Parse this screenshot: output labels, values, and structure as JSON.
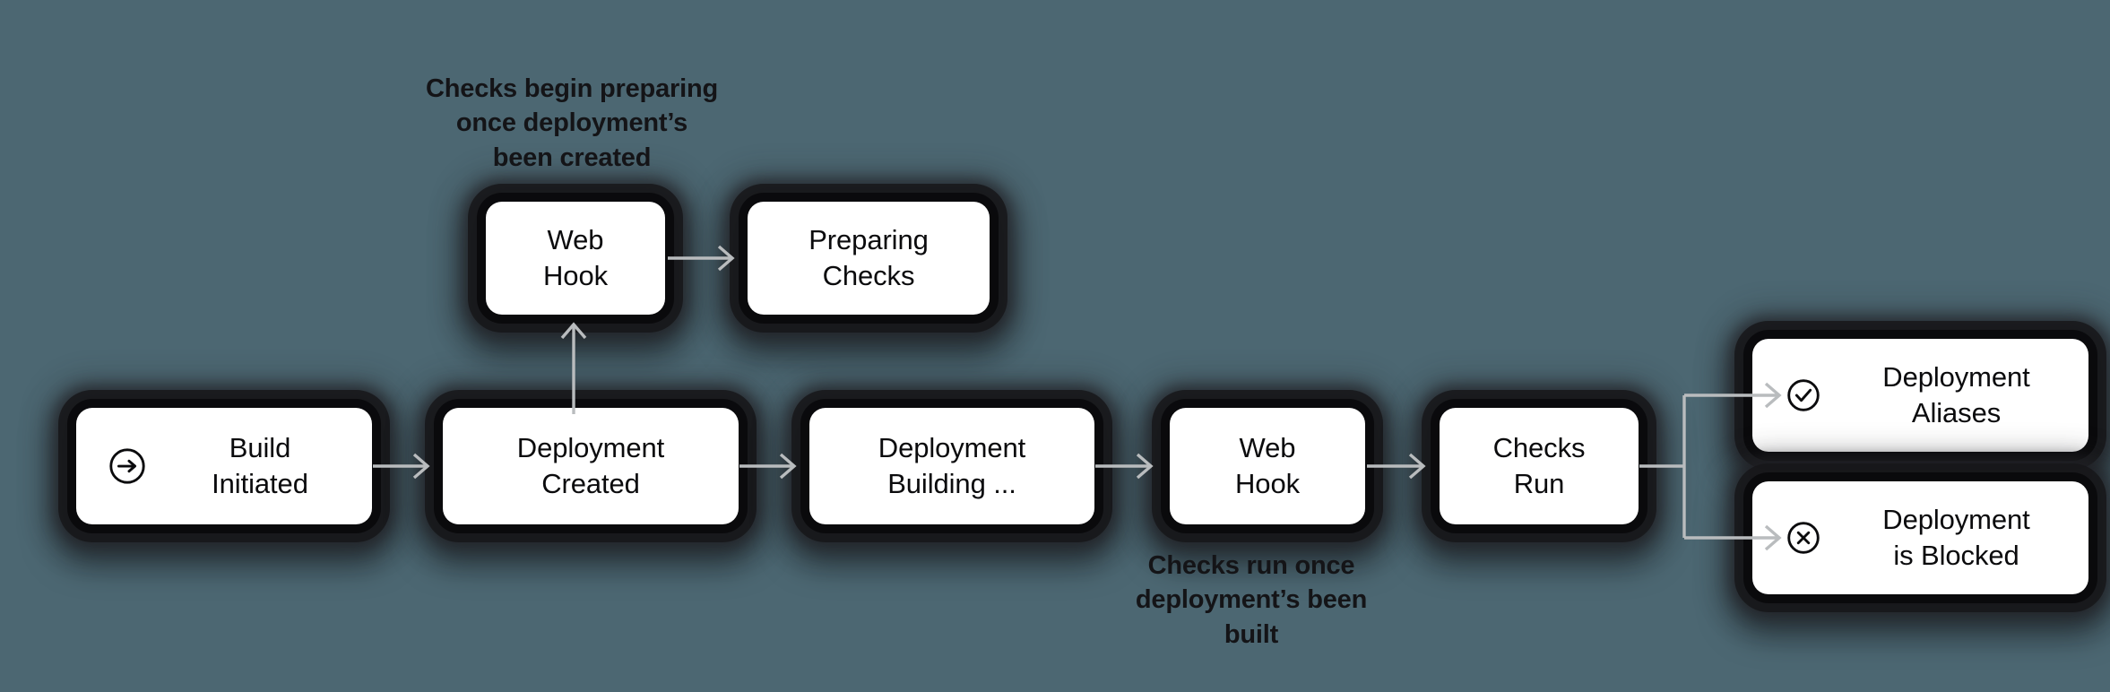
{
  "diagram": {
    "title": "Deployment checks lifecycle flow",
    "background_color": "#4c6772",
    "box_color": "#ffffff",
    "text_color": "#0b0b0d",
    "connector_color": "#b9bcbe"
  },
  "nodes": {
    "build_initiated": {
      "label": "Build\nInitiated",
      "icon": "arrow-right-circle-icon"
    },
    "deployment_created": {
      "label": "Deployment\nCreated"
    },
    "deployment_building": {
      "label": "Deployment\nBuilding ..."
    },
    "web_hook_bottom": {
      "label": "Web\nHook"
    },
    "checks_run": {
      "label": "Checks\nRun"
    },
    "web_hook_top": {
      "label": "Web\nHook"
    },
    "preparing_checks": {
      "label": "Preparing\nChecks"
    },
    "deployment_aliases": {
      "label": "Deployment\nAliases",
      "icon": "check-circle-icon"
    },
    "deployment_blocked": {
      "label": "Deployment\nis Blocked",
      "icon": "x-circle-icon"
    }
  },
  "captions": {
    "top": "Checks begin preparing\nonce deployment’s\nbeen created",
    "bottom": "Checks run once\ndeployment’s been\nbuilt"
  }
}
